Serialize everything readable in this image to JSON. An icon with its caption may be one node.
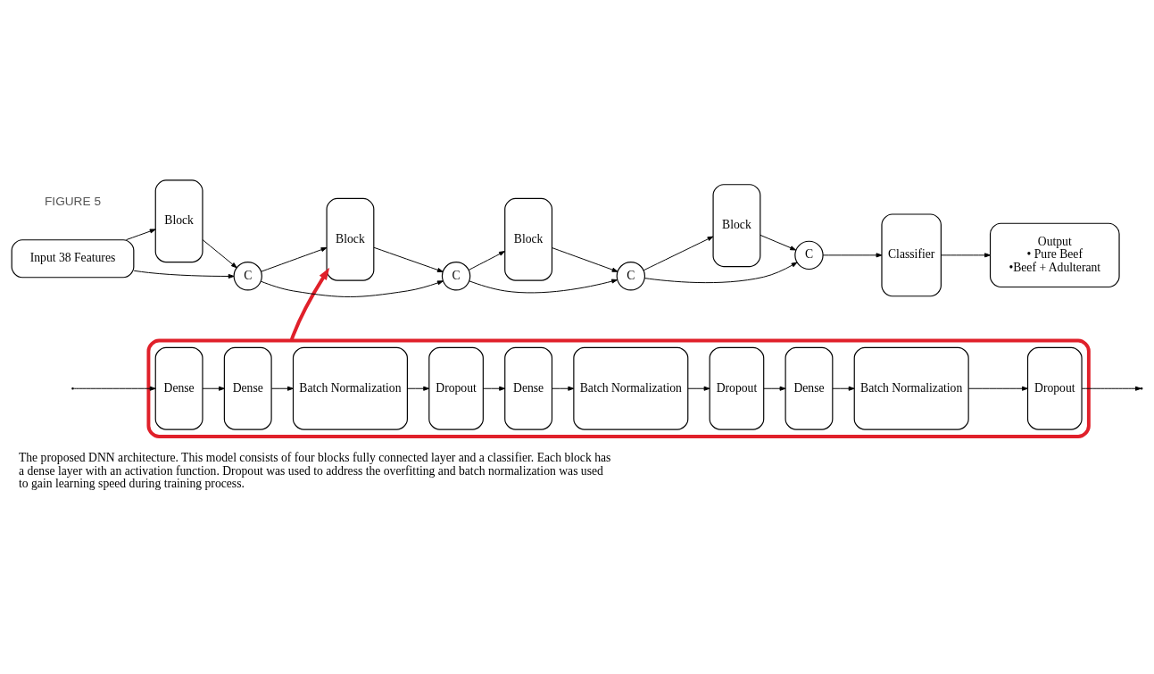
{
  "diagram": {
    "caption": "The proposed DNN architecture. This model consists of four blocks fully connected layer and a classifier. Each block has a dense layer with an activation function. Dropout was used to address the overfitting and batch normalization was used to gain learning speed during training process.",
    "nodes": [
      {
        "text": [],
        "shape": "box"
      },
      {
        "text": [
          "Dense"
        ],
        "in": 0
      },
      {
        "text": [
          "Dense"
        ],
        "in": 0
      },
      {
        "text": [
          "Batch Normalization"
        ],
        "in": 0
      },
      {
        "text": [
          "Dropout"
        ],
        "in": 0
      },
      {
        "text": [
          "Dense"
        ],
        "in": 0
      },
      {
        "text": [
          "Batch Normalization"
        ],
        "in": 0
      },
      {
        "text": [
          "Dropout"
        ],
        "in": 0
      },
      {
        "text": [
          "Dense"
        ],
        "in": 0
      },
      {
        "text": [
          "Batch Normalization"
        ],
        "in": 0
      },
      {
        "text": [
          "Dropout"
        ],
        "in": 0
      },
      {
        "text": [
          "Input 38 Features"
        ]
      },
      {
        "text": [
          "Block"
        ]
      },
      {
        "text": [
          "C"
        ]
      },
      {
        "text": [
          "Block"
        ]
      },
      {
        "text": [
          "C"
        ]
      },
      {
        "text": [
          "Block"
        ]
      },
      {
        "text": [
          "C"
        ]
      },
      {
        "text": [
          "Block"
        ]
      },
      {
        "text": [
          "C"
        ]
      },
      {
        "text": [
          "Classifier"
        ]
      },
      {
        "text": [
          "Output",
          "• Pure Beef",
          "•Beef + Adulterant"
        ]
      }
    ],
    "edges": [
      {
        "from": null,
        "to": 1,
        "arrow": "to"
      },
      {
        "from": 1,
        "to": 2,
        "arrow": "to"
      },
      {
        "from": 2,
        "to": 3,
        "arrow": "to"
      },
      {
        "from": 3,
        "to": 4,
        "arrow": "to"
      },
      {
        "from": 4,
        "to": 5,
        "arrow": "to"
      },
      {
        "from": 5,
        "to": 6,
        "arrow": "to"
      },
      {
        "from": 6,
        "to": 7,
        "arrow": "to"
      },
      {
        "from": 7,
        "to": 8,
        "arrow": "to"
      },
      {
        "from": 8,
        "to": 9,
        "arrow": "to"
      },
      {
        "from": 9,
        "to": 10,
        "arrow": "to"
      },
      {
        "from": 10,
        "to": null,
        "arrow": "to"
      },
      {
        "from": 0,
        "to": 14,
        "arrow": "to",
        "style": "thick",
        "color": "#e0202a"
      },
      {
        "from": 11,
        "to": 12,
        "arrow": "to"
      },
      {
        "from": 12,
        "to": 13,
        "arrow": "to"
      },
      {
        "from": 13,
        "to": 14,
        "arrow": "to"
      },
      {
        "from": 14,
        "to": 15,
        "arrow": "to"
      },
      {
        "from": 15,
        "to": 16,
        "arrow": "to"
      },
      {
        "from": 16,
        "to": 17,
        "arrow": "to"
      },
      {
        "from": 17,
        "to": 18,
        "arrow": "to"
      },
      {
        "from": 18,
        "to": 19,
        "arrow": "to"
      },
      {
        "from": 19,
        "to": 20,
        "arrow": "to"
      },
      {
        "from": 20,
        "to": 21,
        "arrow": "to"
      },
      {
        "from": 11,
        "to": 13,
        "arrow": "to"
      },
      {
        "from": 13,
        "to": 15,
        "arrow": "to"
      },
      {
        "from": 15,
        "to": 17,
        "arrow": "to"
      },
      {
        "from": 17,
        "to": 19,
        "arrow": "to"
      }
    ],
    "labels": [
      "FIGURE 5"
    ]
  }
}
